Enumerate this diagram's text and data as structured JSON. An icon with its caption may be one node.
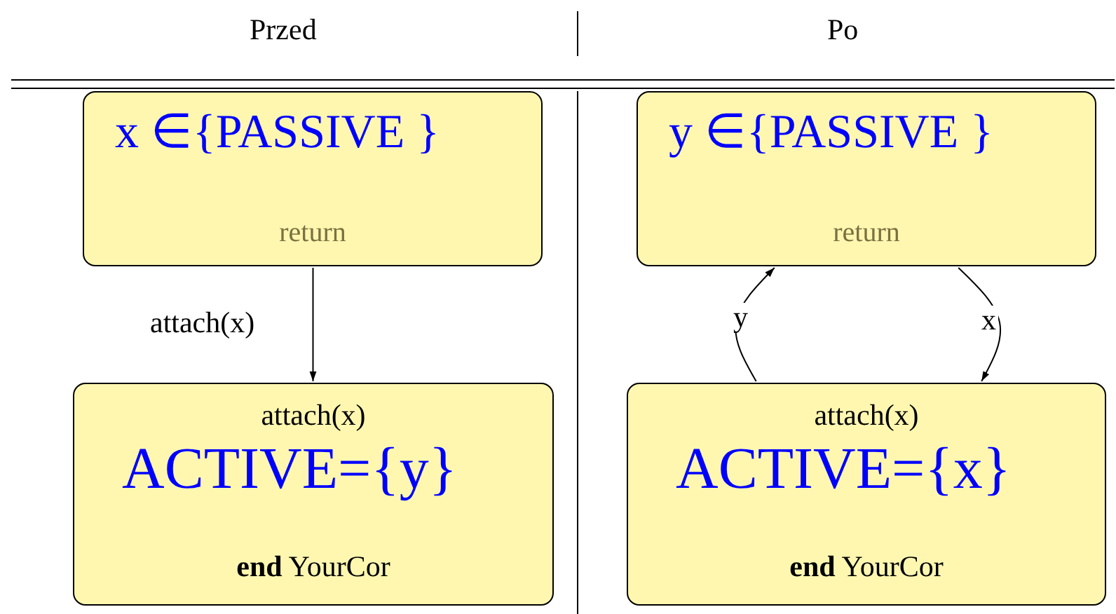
{
  "diagram": {
    "nodes": [
      {
        "text": [
          "x ∈{PASSIVE }",
          "return"
        ]
      },
      {
        "text": [
          "attach(x)",
          "ACTIVE={y}",
          "**end** YourCor"
        ]
      },
      {
        "text": [
          "y ∈{PASSIVE }",
          "return"
        ]
      },
      {
        "text": [
          "attach(x)",
          "ACTIVE={x}",
          "**end** YourCor"
        ]
      }
    ],
    "edges": [
      {
        "from": 0,
        "to": 1,
        "arrow": "to",
        "label": "attach(x)"
      },
      {
        "from": 2,
        "to": 3,
        "arrow": "to",
        "label": "x"
      },
      {
        "from": 3,
        "to": 2,
        "arrow": "to",
        "label": "y"
      }
    ],
    "labels": [
      "Przed",
      "Po"
    ]
  }
}
